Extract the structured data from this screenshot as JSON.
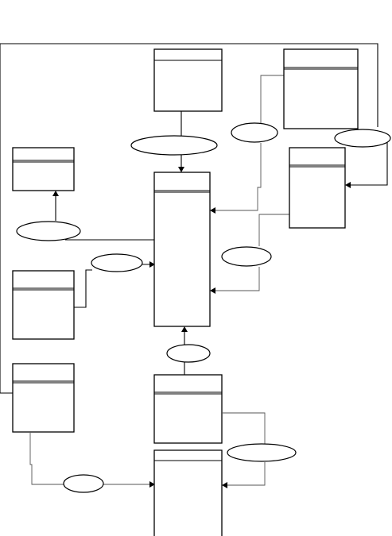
{
  "diagram": {
    "title": "",
    "entities": [
      {
        "id": "entity-top-center",
        "name": ""
      },
      {
        "id": "entity-top-right",
        "name": ""
      },
      {
        "id": "entity-left-upper",
        "name": ""
      },
      {
        "id": "entity-center-main",
        "name": ""
      },
      {
        "id": "entity-right-middle",
        "name": ""
      },
      {
        "id": "entity-left-middle",
        "name": ""
      },
      {
        "id": "entity-left-lower",
        "name": ""
      },
      {
        "id": "entity-bottom-center",
        "name": ""
      },
      {
        "id": "entity-bottom-center-lower",
        "name": ""
      }
    ],
    "relationships": [
      {
        "id": "rel-top-center",
        "name": ""
      },
      {
        "id": "rel-top-right-left",
        "name": ""
      },
      {
        "id": "rel-top-right-right",
        "name": ""
      },
      {
        "id": "rel-left-upper",
        "name": ""
      },
      {
        "id": "rel-left-middle",
        "name": ""
      },
      {
        "id": "rel-right-middle",
        "name": ""
      },
      {
        "id": "rel-below-main",
        "name": ""
      },
      {
        "id": "rel-bottom-right",
        "name": ""
      },
      {
        "id": "rel-bottom-left",
        "name": ""
      }
    ]
  },
  "colors": {
    "stroke": "#000000",
    "background": "#ffffff"
  }
}
